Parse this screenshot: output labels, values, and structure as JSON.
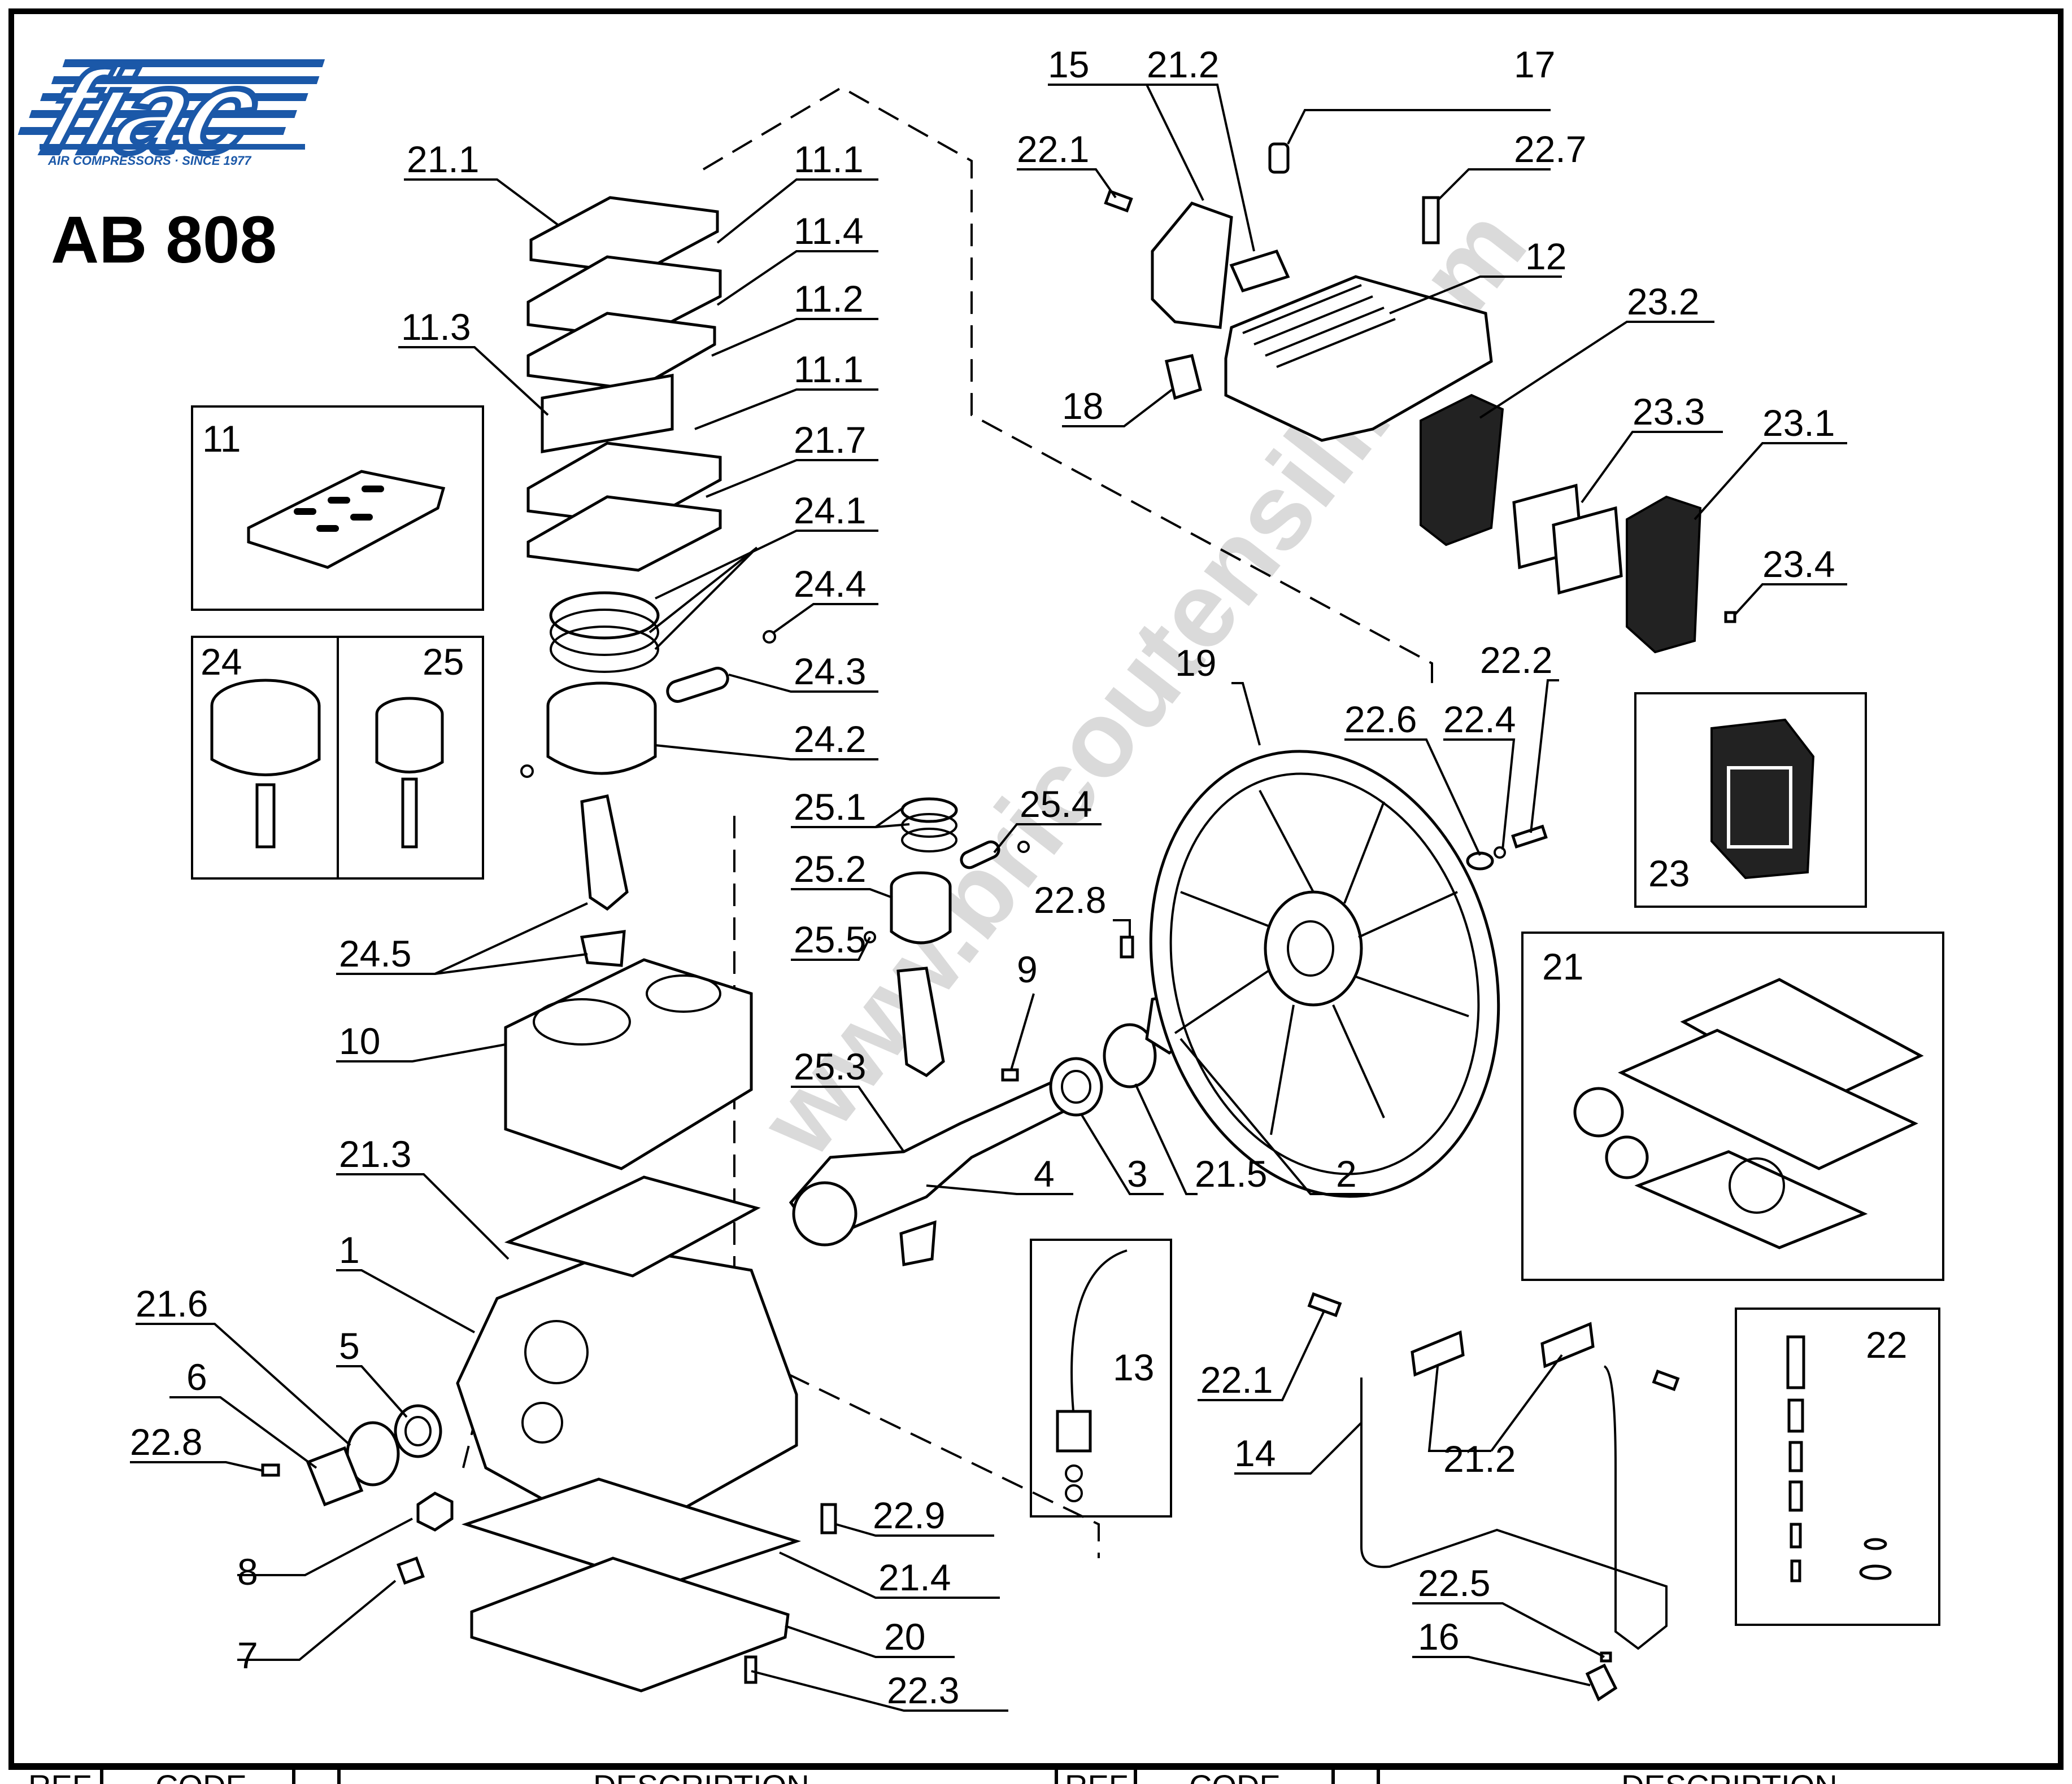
{
  "brand": {
    "logo_text": "fiac",
    "tagline": "AIR COMPRESSORS · SINCE 1977",
    "color": "#1b58a8"
  },
  "model": "AB 808",
  "watermark": "www.bricoutensili.com",
  "box_labels": {
    "b11": "11",
    "b24": "24",
    "b25": "25",
    "b23": "23",
    "b21": "21",
    "b13": "13",
    "b22": "22"
  },
  "callouts": {
    "c21_1": "21.1",
    "c11_1a": "11.1",
    "c11_4": "11.4",
    "c11_3": "11.3",
    "c11_2": "11.2",
    "c11_1b": "11.1",
    "c21_7": "21.7",
    "c24_1": "24.1",
    "c24_4": "24.4",
    "c24_3": "24.3",
    "c24_2": "24.2",
    "c25_1": "25.1",
    "c25_4": "25.4",
    "c25_2": "25.2",
    "c25_5": "25.5",
    "c24_5": "24.5",
    "c10": "10",
    "c25_3": "25.3",
    "c21_3": "21.3",
    "c1": "1",
    "c21_6": "21.6",
    "c5": "5",
    "c6": "6",
    "c22_8a": "22.8",
    "c8": "8",
    "c7": "7",
    "c22_9": "22.9",
    "c21_4": "21.4",
    "c20": "20",
    "c22_3": "22.3",
    "c4": "4",
    "c3": "3",
    "c21_5": "21.5",
    "c2": "2",
    "c9": "9",
    "c22_8b": "22.8",
    "c15": "15",
    "c21_2a": "21.2",
    "c17": "17",
    "c22_1a": "22.1",
    "c22_7": "22.7",
    "c12": "12",
    "c18": "18",
    "c23_2": "23.2",
    "c23_3": "23.3",
    "c23_1": "23.1",
    "c23_4": "23.4",
    "c19": "19",
    "c22_6": "22.6",
    "c22_4": "22.4",
    "c22_2": "22.2",
    "c22_1b": "22.1",
    "c14": "14",
    "c21_2b": "21.2",
    "c22_5": "22.5",
    "c16": "16"
  },
  "table_header": {
    "ref_a": "REF.",
    "code_a": "CODE",
    "desc_a": "DESCRIPTION",
    "ref_b": "REF.",
    "code_b": "CODE",
    "desc_b": "DESCRIPTION"
  }
}
